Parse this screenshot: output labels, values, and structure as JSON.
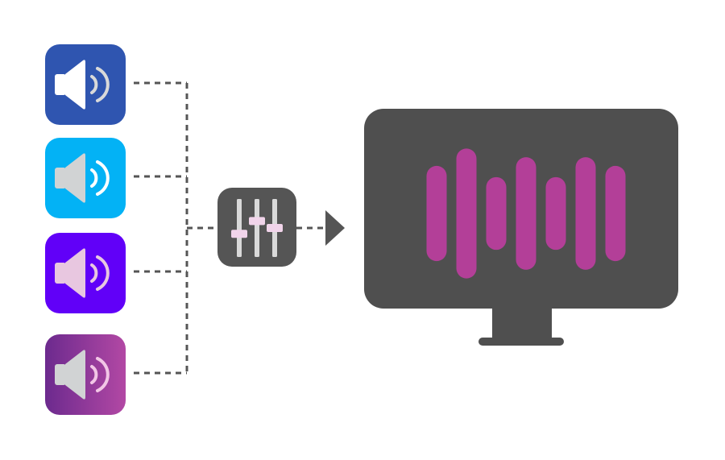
{
  "diagram": {
    "sources": [
      {
        "icon": "speaker-icon",
        "gradient": [
          "#2F55B0",
          "#2F55B0"
        ],
        "cone_color": "#FFFFFF",
        "wave_color": "#D9D9D9"
      },
      {
        "icon": "speaker-icon",
        "gradient": [
          "#03B2F5",
          "#03B2F5"
        ],
        "cone_color": "#D1D3D4",
        "wave_color": "#FFFFFF"
      },
      {
        "icon": "speaker-icon",
        "gradient": [
          "#6100F8",
          "#6100F8"
        ],
        "cone_color": "#E8C7E0",
        "wave_color": "#E8C7E0"
      },
      {
        "icon": "speaker-icon",
        "gradient": [
          "#6C2A8E",
          "#B248A4"
        ],
        "cone_color": "#D1D3D4",
        "wave_color": "#F2C6E6"
      }
    ],
    "connector_color": "#555555",
    "mixer": {
      "icon": "mixer-sliders-icon",
      "box_color": "#555555",
      "track_color": "#D9D9D9",
      "knob_color": "#F1D4EA",
      "knob_levels": [
        0.4,
        0.62,
        0.5
      ]
    },
    "monitor": {
      "icon": "monitor-icon",
      "body_color": "#4F4F4F",
      "bar_color": "#B33F98",
      "bar_levels": [
        0.55,
        0.75,
        0.42,
        0.65,
        0.42,
        0.65,
        0.55
      ]
    }
  }
}
